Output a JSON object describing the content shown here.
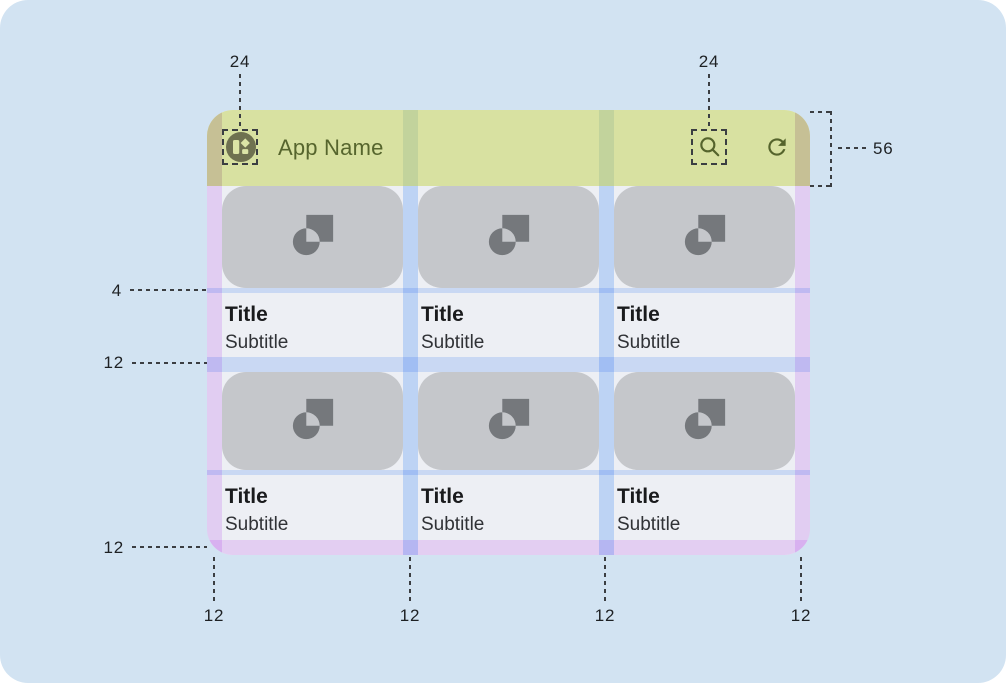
{
  "page": {
    "background": "#d2e3f2"
  },
  "app_bar": {
    "title": "App Name",
    "colors": {
      "background": "#d8e1a1",
      "title": "#56652d",
      "icon": "#55642c"
    }
  },
  "grid": {
    "cards": [
      {
        "title": "Title",
        "subtitle": "Subtitle"
      },
      {
        "title": "Title",
        "subtitle": "Subtitle"
      },
      {
        "title": "Title",
        "subtitle": "Subtitle"
      },
      {
        "title": "Title",
        "subtitle": "Subtitle"
      },
      {
        "title": "Title",
        "subtitle": "Subtitle"
      },
      {
        "title": "Title",
        "subtitle": "Subtitle"
      }
    ]
  },
  "annotations": {
    "app_icon_size": "24",
    "search_icon_size": "24",
    "app_bar_height": "56",
    "image_text_gap": "4",
    "row_gap": "12",
    "bottom_margin": "12",
    "bottom_spacings": [
      "12",
      "12",
      "12",
      "12"
    ]
  },
  "colors": {
    "margin_highlight": "#e2cdf2",
    "gutter_highlight": "#bed3f4",
    "appbar_margin_overlay": "#c6c095",
    "appbar_gutter_overlay": "#c2d39c",
    "band_blue": "#c9d8f3",
    "card_image_bg": "#c5c7cb",
    "card_text_bg": "#edeff4",
    "placeholder_icon": "#75787c"
  }
}
